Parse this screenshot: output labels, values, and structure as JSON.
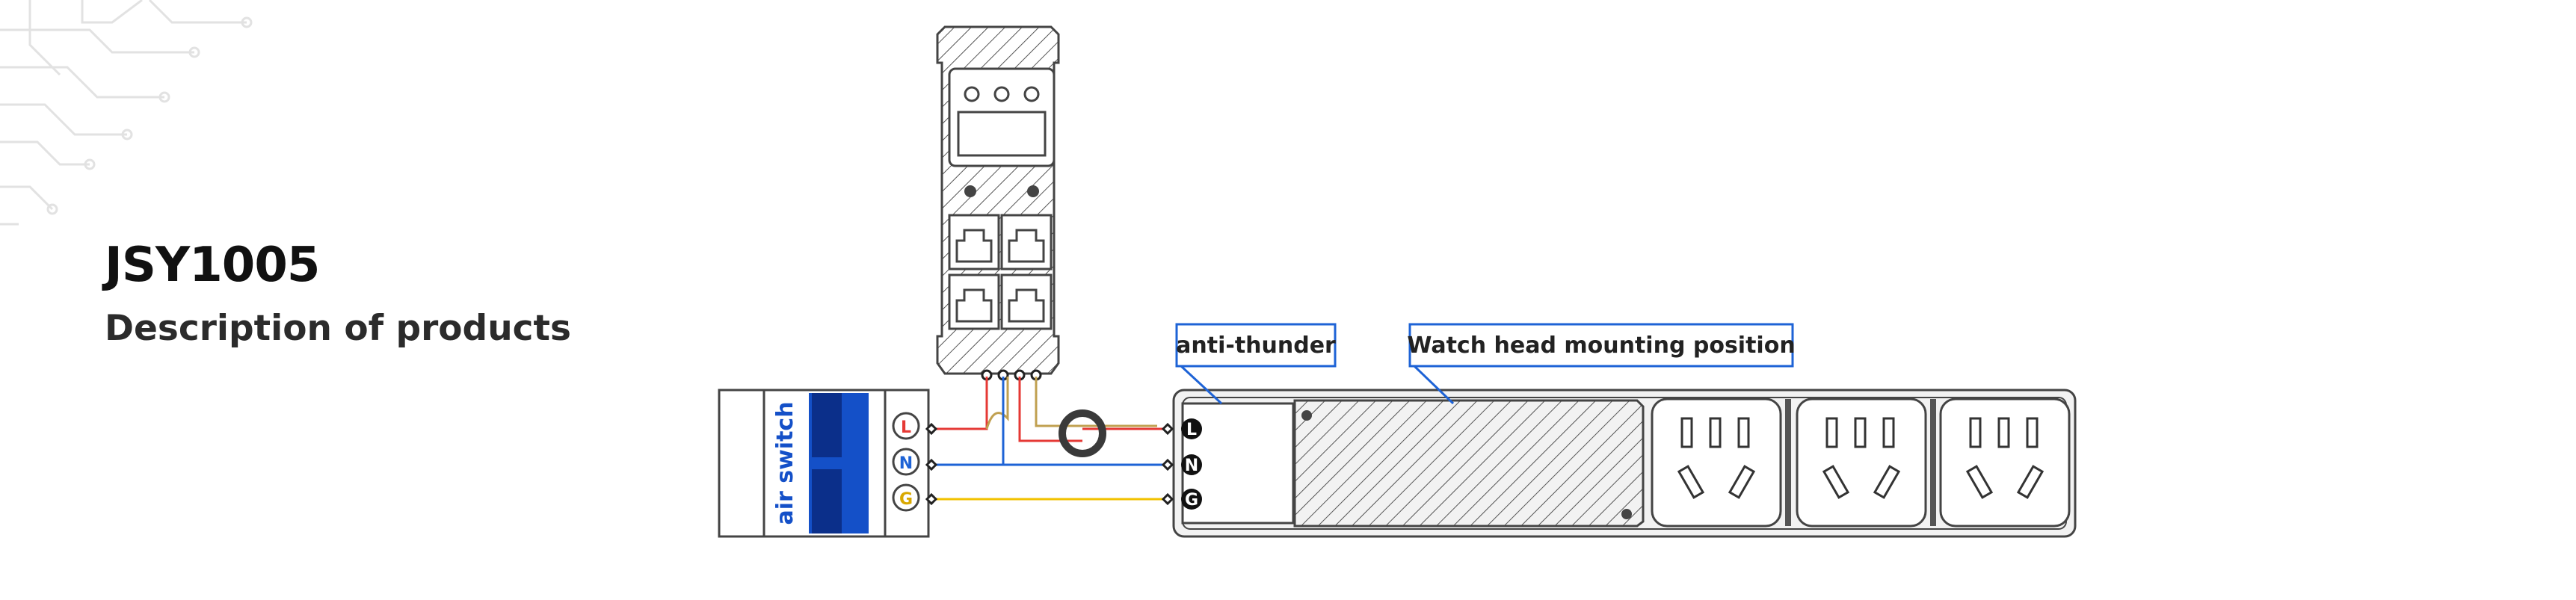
{
  "product": {
    "title": "JSY1005",
    "subtitle": "Description of products"
  },
  "breaker": {
    "label": "air switch",
    "terminals": [
      "L",
      "N",
      "G"
    ]
  },
  "pdu": {
    "terminals": [
      "L",
      "N",
      "G"
    ],
    "callouts": {
      "anti_thunder": "anti-thunder",
      "watch_head": "Watch head mounting position"
    }
  },
  "colors": {
    "live_wire": "#e53935",
    "neutral_wire": "#1e63d6",
    "ground_wire": "#f2c200",
    "callout_border": "#1e63d6",
    "breaker_blue": "#1450c8"
  }
}
